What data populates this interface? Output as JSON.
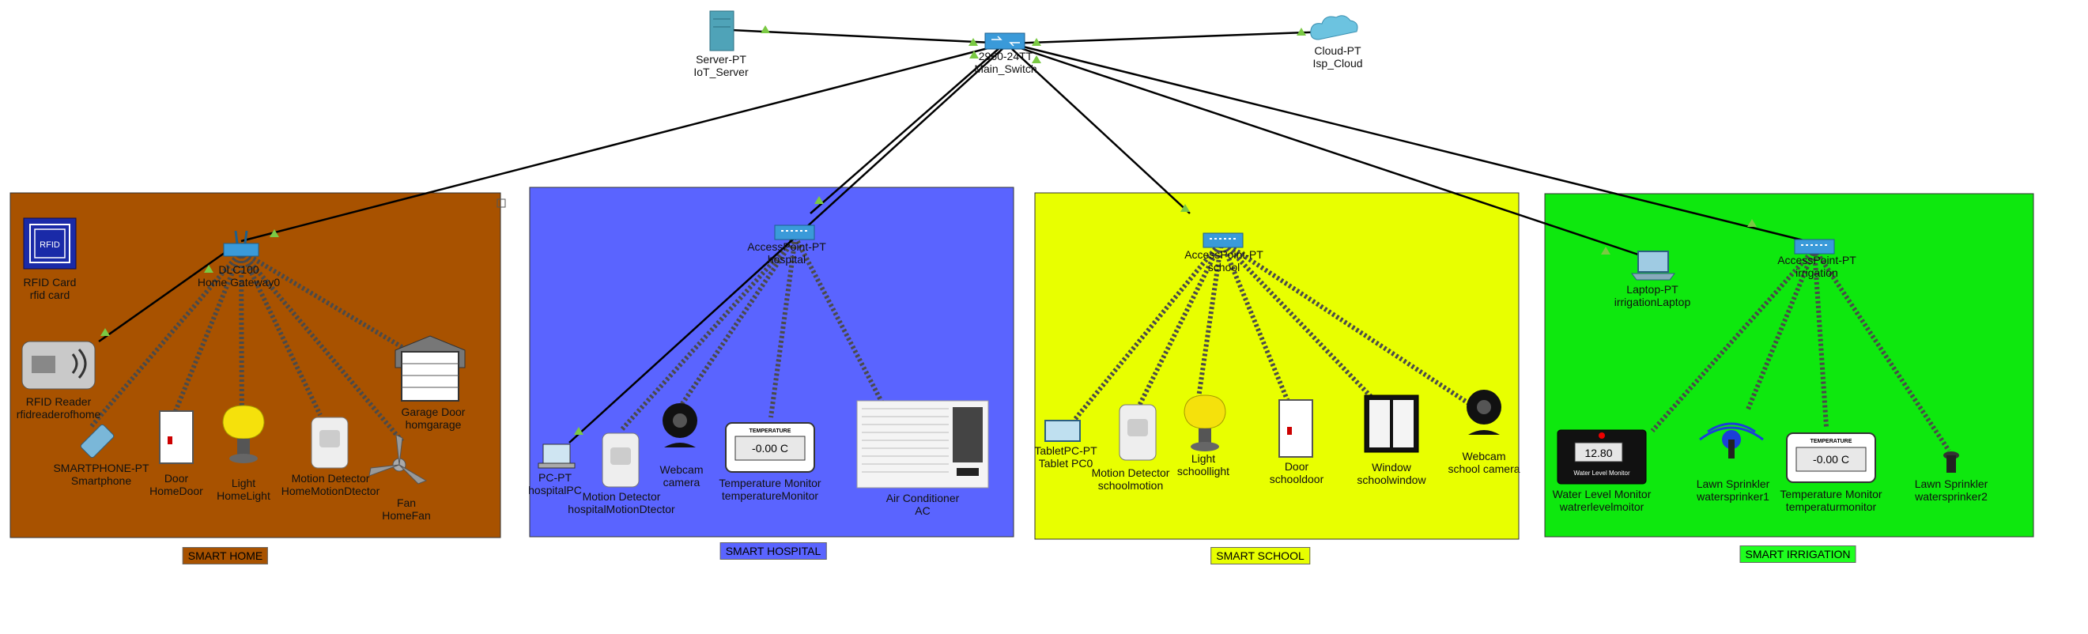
{
  "zones": [
    {
      "id": "home",
      "title": "SMART HOME",
      "color": "#a85200",
      "title_bg": "#a85200"
    },
    {
      "id": "hospital",
      "title": "SMART HOSPITAL",
      "color": "#5a64ff",
      "title_bg": "#5a64ff"
    },
    {
      "id": "school",
      "title": "SMART SCHOOL",
      "color": "#e8ff00",
      "title_bg": "#e8ff00"
    },
    {
      "id": "irrigation",
      "title": "SMART IRRIGATION",
      "color": "#0ee80e",
      "title_bg": "#1fff1f"
    }
  ],
  "core": {
    "server": {
      "type": "Server-PT",
      "name": "IoT_Server"
    },
    "switch": {
      "type": "2960-24TT",
      "name": "Main_Switch"
    },
    "cloud": {
      "type": "Cloud-PT",
      "name": "Isp_Cloud"
    }
  },
  "home": {
    "rfid_card": {
      "type": "RFID Card",
      "name": "rfid card",
      "icon_text": "RFID"
    },
    "gateway": {
      "type": "DLC100",
      "name": "Home Gateway0"
    },
    "rfid_reader": {
      "type": "RFID Reader",
      "name": "rfidreaderofhome"
    },
    "garage": {
      "type": "Garage Door",
      "name": "homgarage"
    },
    "smartphone": {
      "type": "SMARTPHONE-PT",
      "name": "Smartphone"
    },
    "door": {
      "type": "Door",
      "name": "HomeDoor"
    },
    "light": {
      "type": "Light",
      "name": "HomeLight"
    },
    "motion": {
      "type": "Motion Detector",
      "name": "HomeMotionDtector"
    },
    "fan": {
      "type": "Fan",
      "name": "HomeFan"
    }
  },
  "hospital": {
    "ap": {
      "type": "AccessPoint-PT",
      "name": "hospital"
    },
    "pc": {
      "type": "PC-PT",
      "name": "hospitalPC"
    },
    "motion": {
      "type": "Motion Detector",
      "name": "hospitalMotionDtector"
    },
    "webcam": {
      "type": "Webcam",
      "name": "camera"
    },
    "temp": {
      "type": "Temperature Monitor",
      "name": "temperatureMonitor",
      "header": "TEMPERATURE",
      "value": "-0.00 C"
    },
    "ac": {
      "type": "Air Conditioner",
      "name": "AC"
    }
  },
  "school": {
    "ap": {
      "type": "AccessPoint-PT",
      "name": "school"
    },
    "tablet": {
      "type": "TabletPC-PT",
      "name": "Tablet PC0"
    },
    "motion": {
      "type": "Motion Detector",
      "name": "schoolmotion"
    },
    "light": {
      "type": "Light",
      "name": "schoollight"
    },
    "door": {
      "type": "Door",
      "name": "schooldoor"
    },
    "window": {
      "type": "Window",
      "name": "schoolwindow"
    },
    "webcam": {
      "type": "Webcam",
      "name": "school camera"
    }
  },
  "irrigation": {
    "ap": {
      "type": "AccessPoint-PT",
      "name": "irrigation"
    },
    "laptop": {
      "type": "Laptop-PT",
      "name": "irrigationLaptop"
    },
    "water": {
      "type": "Water Level Monitor",
      "name": "watrerlevelmoitor",
      "value": "12.80",
      "caption": "Water Level Monitor"
    },
    "sprinkler1": {
      "type": "Lawn Sprinkler",
      "name": "watersprinker1"
    },
    "temp": {
      "type": "Temperature Monitor",
      "name": "temperaturmonitor",
      "header": "TEMPERATURE",
      "value": "-0.00 C"
    },
    "sprinkler2": {
      "type": "Lawn Sprinkler",
      "name": "watersprinker2"
    }
  },
  "colors": {
    "link": "#000000",
    "wireless": "#555555",
    "port": "#7ac943"
  }
}
